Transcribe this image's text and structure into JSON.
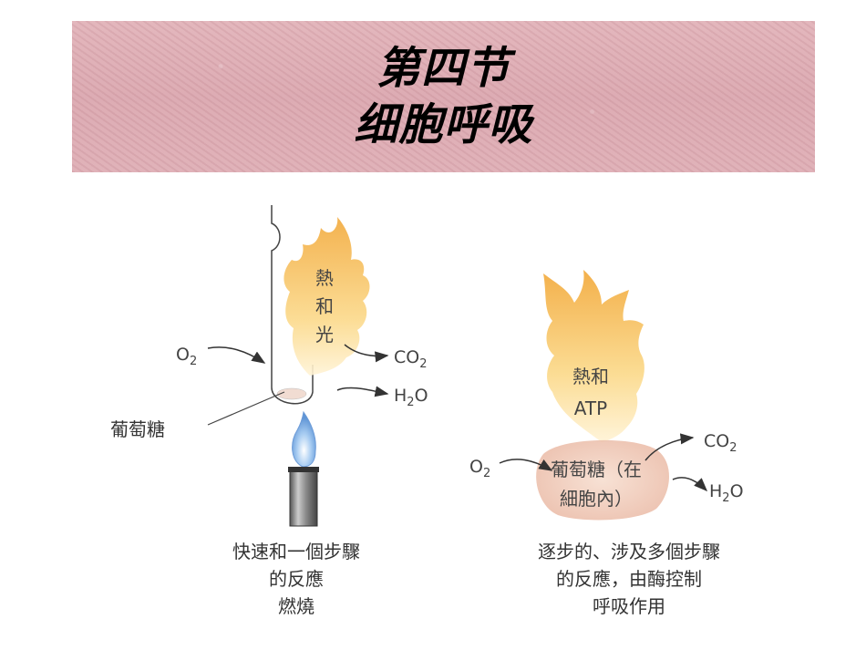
{
  "title": {
    "line1": "第四节",
    "line2": "细胞呼吸"
  },
  "left_diagram": {
    "flame_text": [
      "熱",
      "和",
      "光"
    ],
    "o2": "O",
    "o2_sub": "2",
    "co2": "CO",
    "co2_sub": "2",
    "h2o_h": "H",
    "h2o_sub": "2",
    "h2o_o": "O",
    "glucose": "葡萄糖",
    "caption": [
      "快速和一個步驟",
      "的反應",
      "燃燒"
    ]
  },
  "right_diagram": {
    "flame_text_1": "熱和",
    "flame_text_2": "ATP",
    "o2": "O",
    "o2_sub": "2",
    "co2": "CO",
    "co2_sub": "2",
    "h2o_h": "H",
    "h2o_sub": "2",
    "h2o_o": "O",
    "cell_text_1": "葡萄糖（在",
    "cell_text_2": "細胞內）",
    "caption": [
      "逐步的、涉及多個步驟",
      "的反應，由酶控制",
      "呼吸作用"
    ]
  },
  "colors": {
    "banner": "#dcaab2",
    "flame_outer": "#f6c35a",
    "flame_inner": "#fde9b8",
    "cell": "#f1c9b7",
    "burner_flame": "#7fb0e6",
    "arrow": "#333333"
  }
}
